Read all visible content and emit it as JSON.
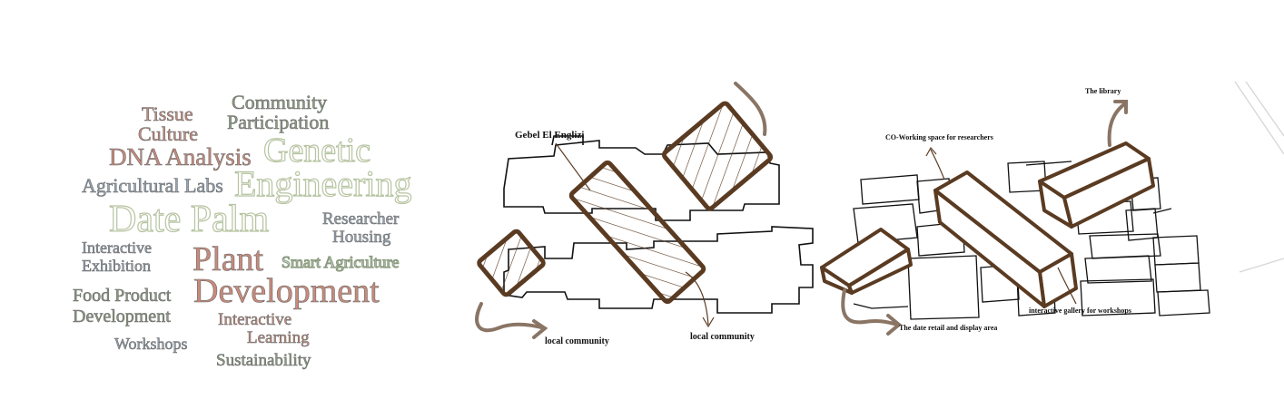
{
  "word_cloud": [
    {
      "id": "tissue",
      "text": "Tissue",
      "color": "#c98a7a"
    },
    {
      "id": "culture",
      "text": "Culture",
      "color": "#c98a7a"
    },
    {
      "id": "community",
      "text": "Community",
      "color": "#8a9a7f"
    },
    {
      "id": "participation",
      "text": "Participation",
      "color": "#8a9a7f"
    },
    {
      "id": "dna-analysis",
      "text": "DNA Analysis",
      "color": "#c98a7a"
    },
    {
      "id": "genetic",
      "text": "Genetic",
      "color": "#b7c4a2"
    },
    {
      "id": "engineering",
      "text": "Engineering",
      "color": "#b7c4a2"
    },
    {
      "id": "agricultural-labs",
      "text": "Agricultural Labs",
      "color": "#93a3b3"
    },
    {
      "id": "date-palm",
      "text": "Date Palm",
      "color": "#b7c4a2"
    },
    {
      "id": "researcher",
      "text": "Researcher",
      "color": "#93a3b3"
    },
    {
      "id": "housing",
      "text": "Housing",
      "color": "#93a3b3"
    },
    {
      "id": "interactive",
      "text": "Interactive",
      "color": "#93a3b3"
    },
    {
      "id": "exhibition",
      "text": "Exhibition",
      "color": "#93a3b3"
    },
    {
      "id": "plant",
      "text": "Plant",
      "color": "#c98a7a"
    },
    {
      "id": "smart-agriculture",
      "text": "Smart Agriculture",
      "color": "#8a9a7f"
    },
    {
      "id": "food-product",
      "text": "Food Product",
      "color": "#8a9a7f"
    },
    {
      "id": "development-big",
      "text": "Development",
      "color": "#c98a7a"
    },
    {
      "id": "development-small",
      "text": "Development",
      "color": "#8a9a7f"
    },
    {
      "id": "interactive-2",
      "text": "Interactive",
      "color": "#c98a7a"
    },
    {
      "id": "learning",
      "text": "Learning",
      "color": "#c98a7a"
    },
    {
      "id": "workshops",
      "text": "Workshops",
      "color": "#93a3b3"
    },
    {
      "id": "sustainability",
      "text": "Sustainability",
      "color": "#8a9a7f"
    }
  ],
  "plan_labels": {
    "gebel": "Gebel El Englizi",
    "local1": "local community",
    "local2": "local community"
  },
  "axo_labels": {
    "library": "The library",
    "coworking": "CO-Working space for researchers",
    "gallery": "interactive gallery for workshops",
    "retail": "The date retail and display area"
  },
  "colors": {
    "block": "#5a3b22",
    "arrow": "#8a7565",
    "line": "#111111"
  }
}
